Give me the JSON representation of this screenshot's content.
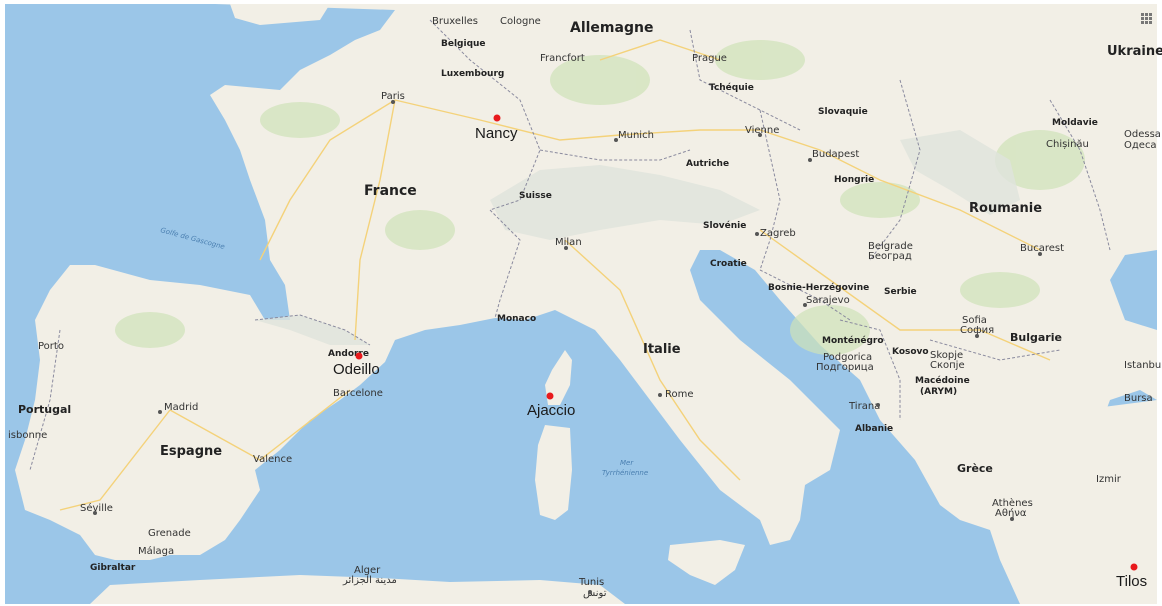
{
  "map": {
    "colors": {
      "water": "#9bc6e8",
      "land": "#f2efe6",
      "vegetation": "#cfe3b8",
      "mountain": "#dfe4dc",
      "road": "#f4d27a",
      "border": "#8a8a9e",
      "marker": "#e8191c"
    },
    "countries": {
      "allemagne": "Allemagne",
      "belgique": "Belgique",
      "luxembourg": "Luxembourg",
      "france": "France",
      "suisse": "Suisse",
      "tcheque": "Tchéquie",
      "slovaquie": "Slovaquie",
      "autriche": "Autriche",
      "hongrie": "Hongrie",
      "ukraine": "Ukraine",
      "moldavie": "Moldavie",
      "roumanie": "Roumanie",
      "slovenie": "Slovénie",
      "croatie": "Croatie",
      "bosnie": "Bosnie-Herzégovine",
      "serbie": "Serbie",
      "montenegro": "Monténégro",
      "kosovo": "Kosovo",
      "macedoine": "Macédoine",
      "arym": "(ARYM)",
      "bulgarie": "Bulgarie",
      "albanie": "Albanie",
      "grece": "Grèce",
      "italie": "Italie",
      "espagne": "Espagne",
      "portugal": "Portugal",
      "monaco": "Monaco",
      "andorre": "Andorre",
      "gibraltar": "Gibraltar"
    },
    "cities": {
      "bruxelles": "Bruxelles",
      "cologne": "Cologne",
      "francfort": "Francfort",
      "prague": "Prague",
      "paris": "Paris",
      "munich": "Munich",
      "vienne": "Vienne",
      "budapest": "Budapest",
      "chisinau": "Chișinău",
      "odessa": "Odessa",
      "odessa_cyr": "Одеса",
      "zagreb": "Zagreb",
      "milan": "Milan",
      "belgrade": "Belgrade",
      "belgrade_cyr": "Београд",
      "bucarest": "Bucarest",
      "sarajevo": "Sarajevo",
      "podgorica": "Podgorica",
      "podgorica_cyr": "Подгорица",
      "sofia": "Sofia",
      "sofia_cyr": "София",
      "skopje": "Skopje",
      "skopje_cyr": "Скопје",
      "istanbul": "Istanbul",
      "bursa": "Bursa",
      "rome": "Rome",
      "tirana": "Tirana",
      "porto": "Porto",
      "barcelone": "Barcelone",
      "madrid": "Madrid",
      "lisbonne": "isbonne",
      "valence": "Valence",
      "seville": "Séville",
      "grenade": "Grenade",
      "malaga": "Málaga",
      "alger": "Alger",
      "alger_ar": "مدينة الجزائر",
      "tunis": "Tunis",
      "tunis_ar": "تونس",
      "athenes": "Athènes",
      "athenes_gr": "Αθήνα",
      "izmir": "Izmir"
    },
    "water": {
      "golfe": "Golfe de Gascogne",
      "mer": "Mer",
      "tyrrhenienne": "Tyrrhénienne"
    },
    "markers": [
      {
        "id": "nancy",
        "label": "Nancy"
      },
      {
        "id": "odeillo",
        "label": "Odeillo"
      },
      {
        "id": "ajaccio",
        "label": "Ajaccio"
      },
      {
        "id": "tilos",
        "label": "Tilos"
      }
    ]
  }
}
